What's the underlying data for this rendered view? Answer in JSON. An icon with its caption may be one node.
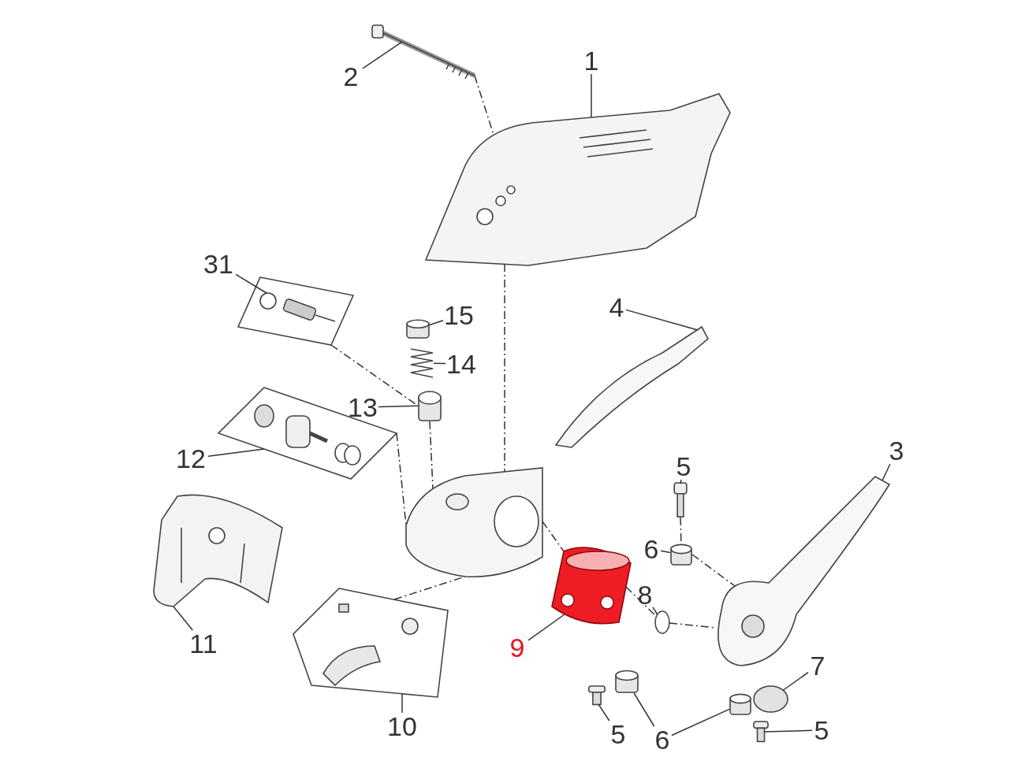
{
  "diagram": {
    "nodes": [
      {
        "text": [
          "1"
        ]
      },
      {
        "text": [],
        "shape": "picture"
      },
      {
        "text": [
          "2"
        ]
      },
      {
        "text": [],
        "shape": "picture"
      },
      {
        "text": [
          "31"
        ]
      },
      {
        "text": [],
        "shape": "picture"
      },
      {
        "text": [
          "15"
        ]
      },
      {
        "text": [],
        "shape": "cylinder"
      },
      {
        "text": [
          "4"
        ]
      },
      {
        "text": [],
        "shape": "picture"
      },
      {
        "text": [
          "14"
        ]
      },
      {
        "text": [],
        "shape": "picture"
      },
      {
        "text": [
          "13"
        ]
      },
      {
        "text": [],
        "shape": "cylinder"
      },
      {
        "text": [
          "12"
        ]
      },
      {
        "text": [],
        "shape": "picture"
      },
      {
        "text": [
          "3"
        ]
      },
      {
        "text": [],
        "shape": "picture"
      },
      {
        "text": [
          "5"
        ]
      },
      {
        "text": [],
        "shape": "picture"
      },
      {
        "text": [
          "6"
        ]
      },
      {
        "text": [],
        "shape": "cylinder"
      },
      {
        "text": [
          "8"
        ]
      },
      {
        "text": [],
        "shape": "circle"
      },
      {
        "text": [
          "9"
        ]
      },
      {
        "text": [],
        "shape": "picture"
      },
      {
        "text": [
          "11"
        ]
      },
      {
        "text": [],
        "shape": "picture"
      },
      {
        "text": [
          "10"
        ]
      },
      {
        "text": [],
        "shape": "picture"
      },
      {
        "text": [
          "7"
        ]
      },
      {
        "text": [],
        "shape": "circle"
      },
      {
        "text": [
          "5"
        ]
      },
      {
        "text": [],
        "shape": "picture"
      },
      {
        "text": [
          "6"
        ]
      },
      {
        "text": [],
        "shape": "cylinder"
      },
      {
        "text": [],
        "shape": "cylinder"
      },
      {
        "text": [
          "5"
        ]
      },
      {
        "text": [],
        "shape": "picture"
      },
      {
        "text": [],
        "shape": "picture"
      }
    ],
    "edges": [
      {
        "from": 0,
        "to": 1,
        "arrow": "none"
      },
      {
        "from": 2,
        "to": 3,
        "arrow": "none"
      },
      {
        "from": 4,
        "to": 5,
        "arrow": "none"
      },
      {
        "from": 6,
        "to": 7,
        "arrow": "none"
      },
      {
        "from": 8,
        "to": 9,
        "arrow": "none"
      },
      {
        "from": 10,
        "to": 11,
        "arrow": "none"
      },
      {
        "from": 12,
        "to": 13,
        "arrow": "none"
      },
      {
        "from": 14,
        "to": 15,
        "arrow": "none"
      },
      {
        "from": 16,
        "to": 17,
        "arrow": "none"
      },
      {
        "from": 18,
        "to": 19,
        "arrow": "none"
      },
      {
        "from": 20,
        "to": 21,
        "arrow": "none"
      },
      {
        "from": 22,
        "to": 23,
        "arrow": "none"
      },
      {
        "from": 24,
        "to": 25,
        "arrow": "none"
      },
      {
        "from": 26,
        "to": 27,
        "arrow": "none"
      },
      {
        "from": 28,
        "to": 29,
        "arrow": "none"
      },
      {
        "from": 30,
        "to": 31,
        "arrow": "none"
      },
      {
        "from": 32,
        "to": 33,
        "arrow": "none"
      },
      {
        "from": 34,
        "to": 35,
        "arrow": "none"
      },
      {
        "from": 34,
        "to": 36,
        "arrow": "none"
      },
      {
        "from": 37,
        "to": 38,
        "arrow": "none"
      },
      {
        "from": 3,
        "to": 1,
        "arrow": "none",
        "style": "dashed"
      },
      {
        "from": 1,
        "to": 39,
        "arrow": "none",
        "style": "dashed"
      },
      {
        "from": 5,
        "to": 13,
        "arrow": "none",
        "style": "dashed"
      },
      {
        "from": 13,
        "to": 39,
        "arrow": "none",
        "style": "dashed"
      },
      {
        "from": 15,
        "to": 39,
        "arrow": "none",
        "style": "dashed"
      },
      {
        "from": 29,
        "to": 39,
        "arrow": "none",
        "style": "dashed"
      },
      {
        "from": 39,
        "to": 25,
        "arrow": "none",
        "style": "dashed"
      },
      {
        "from": 25,
        "to": 23,
        "arrow": "none",
        "style": "dashed"
      },
      {
        "from": 23,
        "to": 17,
        "arrow": "none",
        "style": "dashed"
      },
      {
        "from": 19,
        "to": 21,
        "arrow": "none",
        "style": "dashed"
      },
      {
        "from": 21,
        "to": 17,
        "arrow": "none",
        "style": "dashed"
      }
    ]
  }
}
